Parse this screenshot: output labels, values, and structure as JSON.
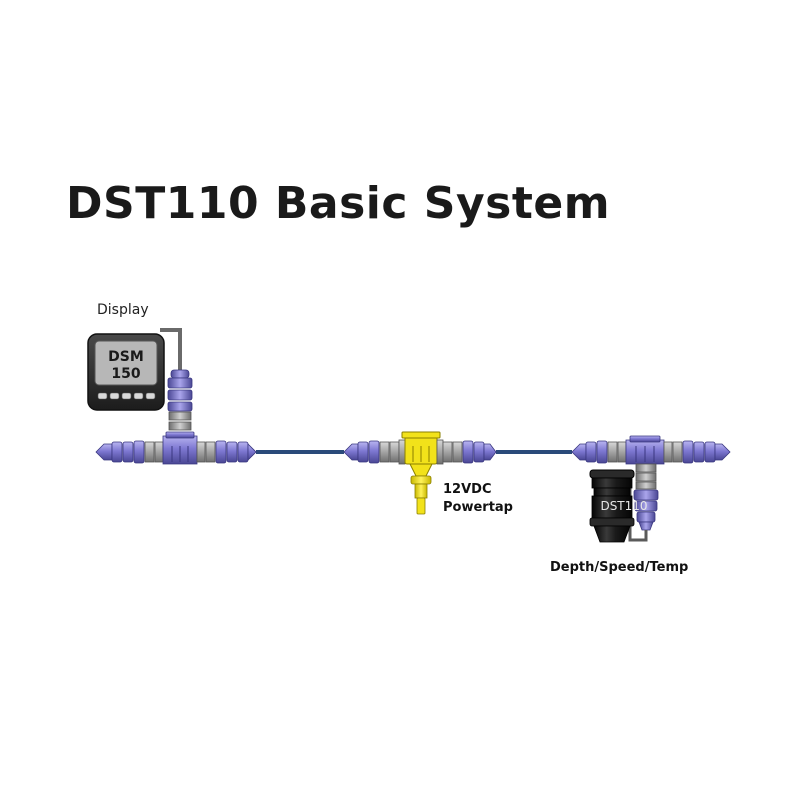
{
  "diagram": {
    "title": "DST110 Basic System",
    "nodes": {
      "display": {
        "label": "Display",
        "screen_line1": "DSM",
        "screen_line2": "150"
      },
      "powertap": {
        "label_line1": "12VDC",
        "label_line2": "Powertap"
      },
      "sensor": {
        "label": "Depth/Speed/Temp",
        "body_text": "DST110"
      }
    },
    "colors": {
      "connector": "#7e78d2",
      "connector_dark": "#4a4794",
      "tee_body": "#9c9c9c",
      "backbone": "#2a4a7a",
      "powertap": "#f2e21a",
      "display_bezel": "#2c2c2c",
      "display_screen": "#b7b7b7",
      "sensor_body": "#151515"
    }
  }
}
